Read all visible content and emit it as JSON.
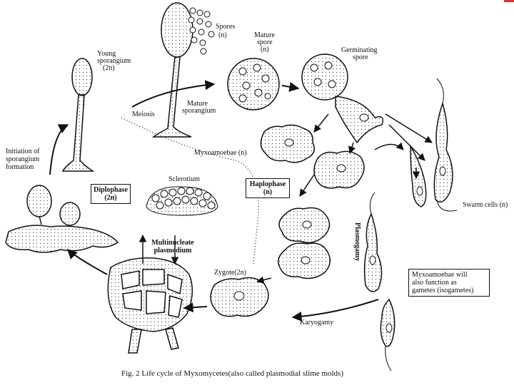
{
  "labels": {
    "spores": "Spores",
    "spores_ploidy": "(n)",
    "mature_spore": "Mature",
    "mature_spore2": "spore",
    "mature_spore_ploidy": "(n)",
    "germinating": "Germinating",
    "germinating2": "spore",
    "young_sporangium": "Young",
    "young_sporangium2": "sporangium",
    "young_sporangium_ploidy": "(2n)",
    "mature_sporangium": "Mature",
    "mature_sporangium2": "sporangium",
    "meiosis": "Meiosis",
    "initiation": "Initiation of",
    "initiation2": "sporangium",
    "initiation3": "formation",
    "myxoamoebae": "Myxoamoebae (n)",
    "sclerotium": "Sclerotium",
    "diplophase": "Diplophase",
    "diplophase_ploidy": "(2n)",
    "haplophase": "Haplophase",
    "haplophase_ploidy": "(n)",
    "multinucleate": "Multinucleate",
    "multinucleate2": "plasmodium",
    "plasmogamy": "Plasmogamy",
    "swarm_cells": "Swarm cells (n)",
    "zygote": "Zygote(2n)",
    "karyogamy": "Karyogamy",
    "myxo_note1": "Myxoamoebae will",
    "myxo_note2": "also function as",
    "myxo_note3": "gametes (isogametes)"
  },
  "caption": "Fig. 2 Life cycle of  Myxomycetes(also called plasmodial slime molds)",
  "colors": {
    "ink": "#111111",
    "accent": "#e03030"
  }
}
